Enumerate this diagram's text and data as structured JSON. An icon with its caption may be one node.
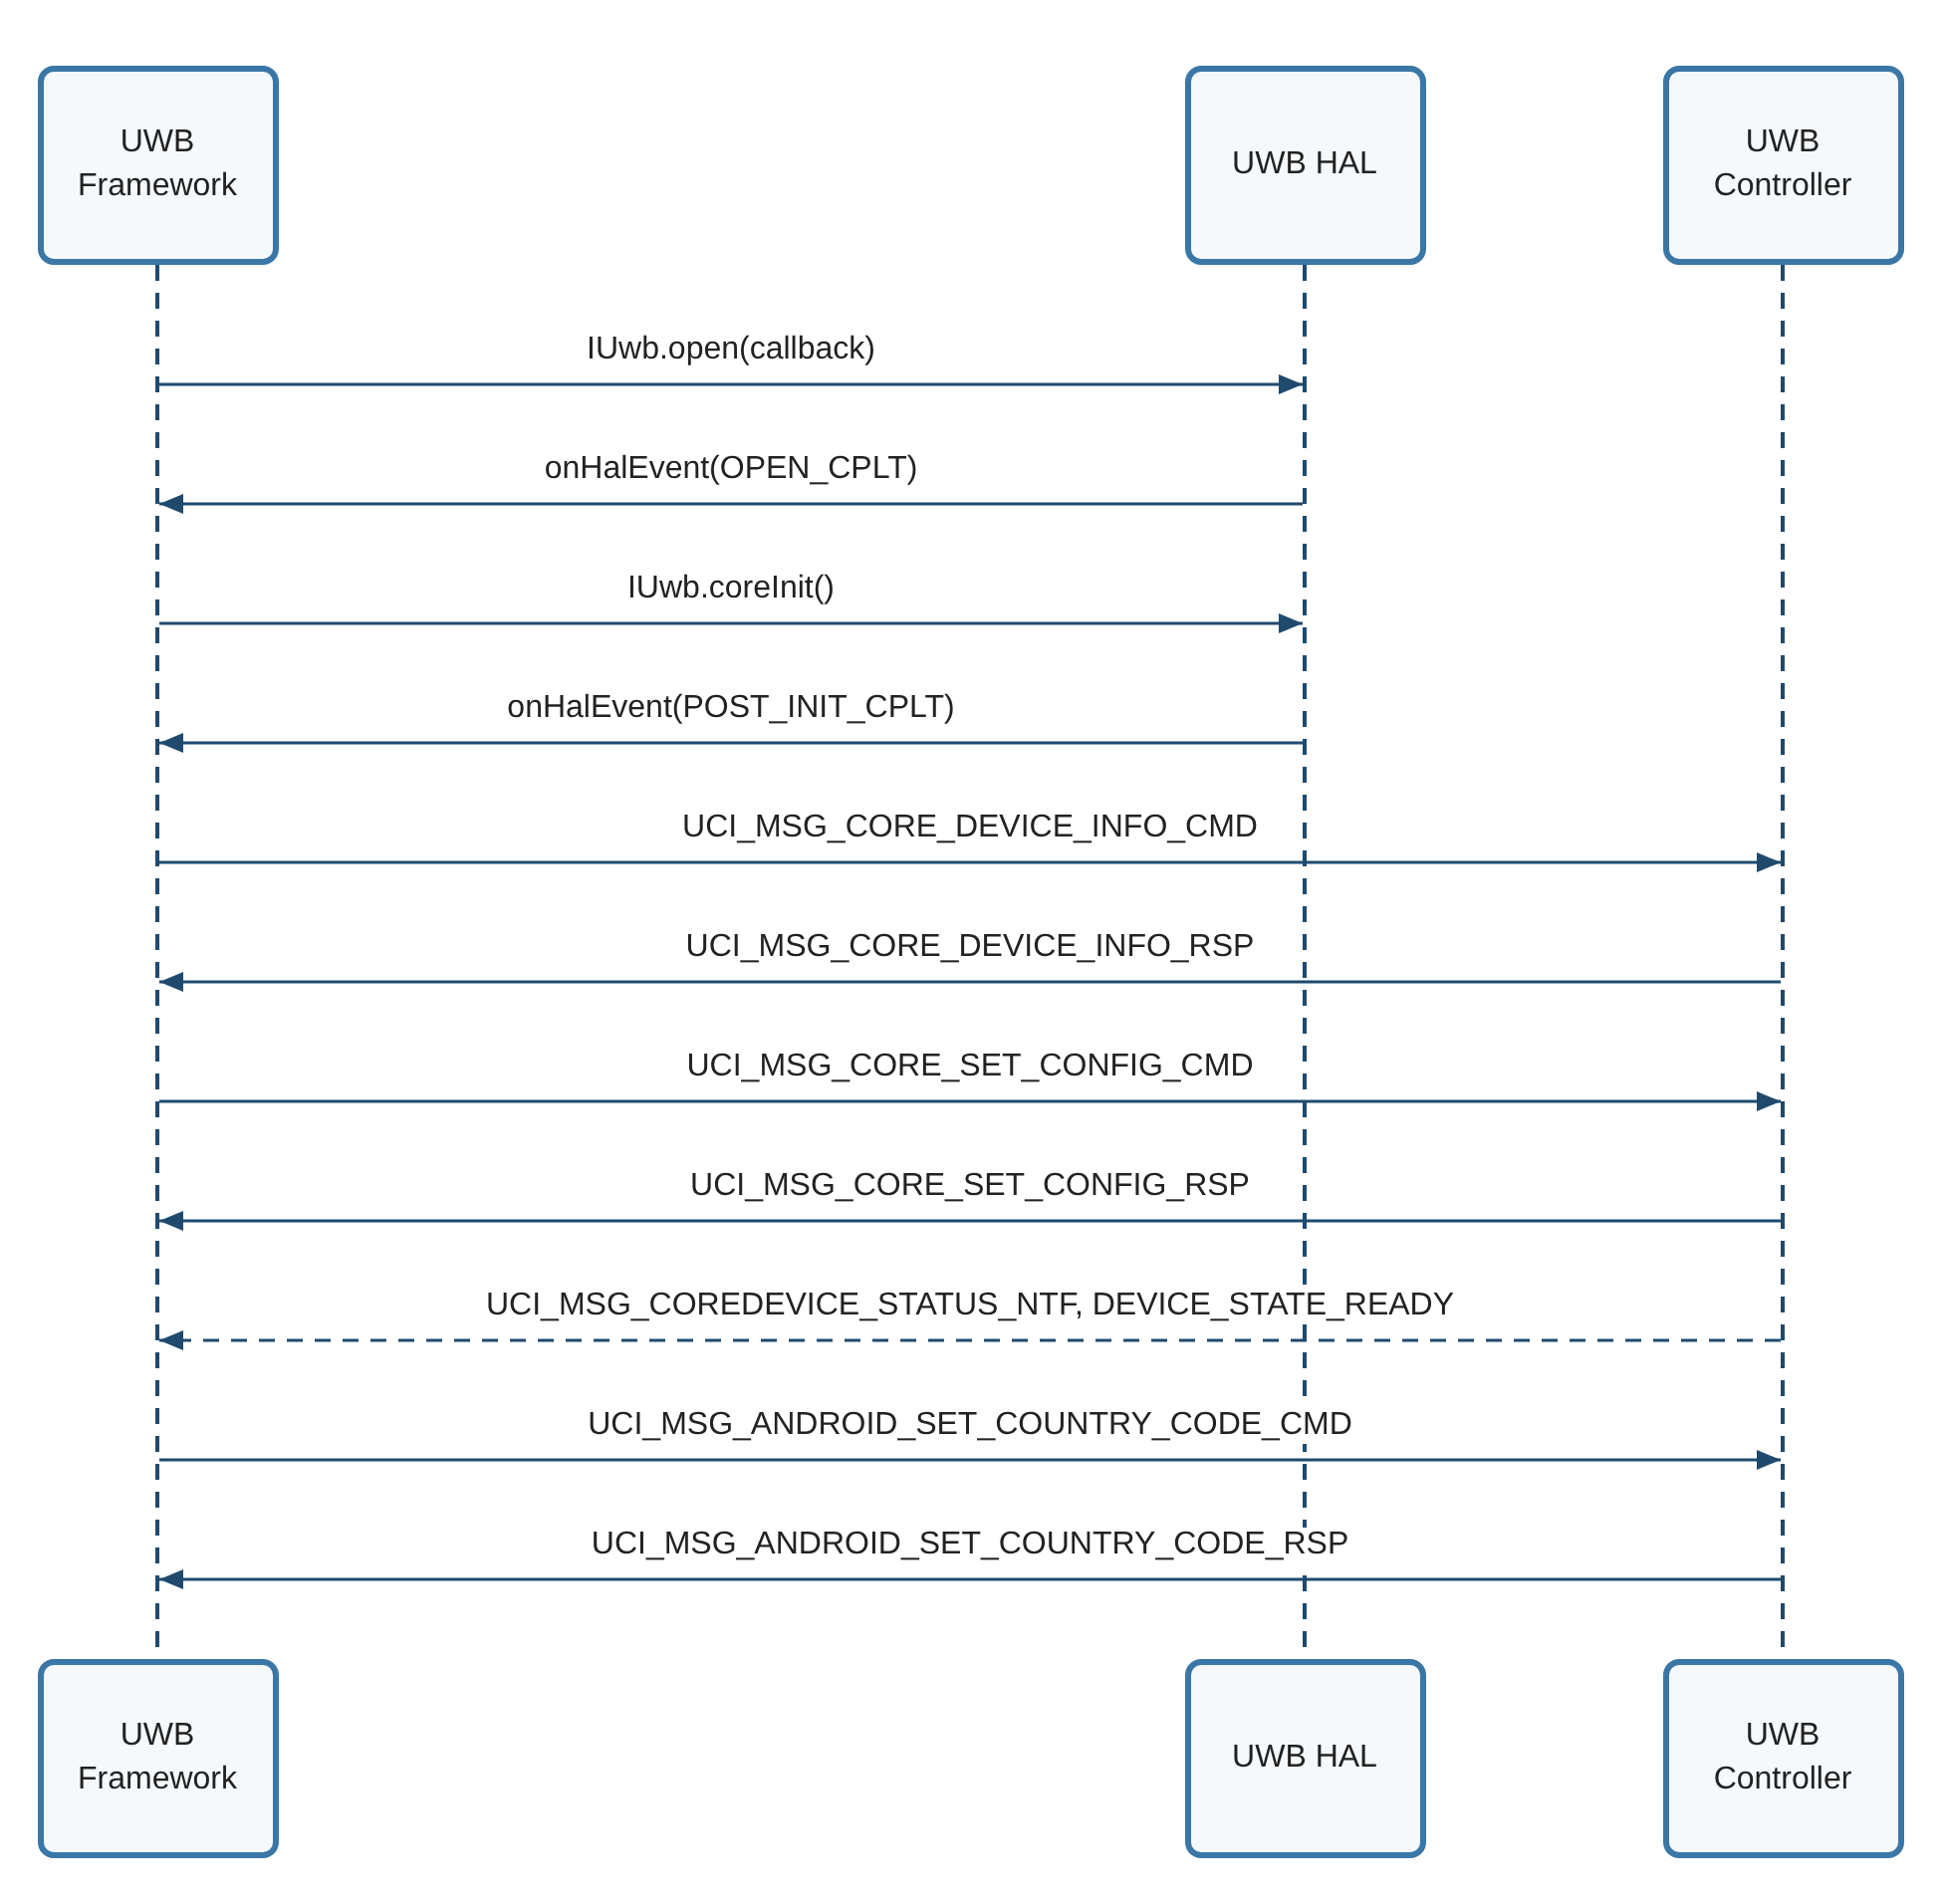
{
  "diagram": {
    "nodes": [
      {
        "text": [
          "UWB Framework"
        ]
      },
      {
        "text": [
          "UWB HAL"
        ]
      },
      {
        "text": [
          "UWB Controller"
        ]
      },
      {
        "text": [
          "UWB Framework"
        ]
      },
      {
        "text": [
          "UWB HAL"
        ]
      },
      {
        "text": [
          "UWB Controller"
        ]
      },
      {
        "text": [],
        "shape": "line"
      },
      {
        "text": [],
        "shape": "line"
      },
      {
        "text": [],
        "shape": "line"
      }
    ],
    "edges": [
      {
        "from": 6,
        "to": 7,
        "arrow": "to",
        "label": "IUwb.open(callback)"
      },
      {
        "from": 7,
        "to": 6,
        "arrow": "to",
        "label": "onHalEvent(OPEN_CPLT)"
      },
      {
        "from": 6,
        "to": 7,
        "arrow": "to",
        "label": "IUwb.coreInit()"
      },
      {
        "from": 7,
        "to": 6,
        "arrow": "to",
        "label": "onHalEvent(POST_INIT_CPLT)"
      },
      {
        "from": 6,
        "to": 8,
        "arrow": "to",
        "label": "UCI_MSG_CORE_DEVICE_INFO_CMD"
      },
      {
        "from": 8,
        "to": 6,
        "arrow": "to",
        "label": "UCI_MSG_CORE_DEVICE_INFO_RSP"
      },
      {
        "from": 6,
        "to": 8,
        "arrow": "to",
        "label": "UCI_MSG_CORE_SET_CONFIG_CMD"
      },
      {
        "from": 8,
        "to": 6,
        "arrow": "to",
        "label": "UCI_MSG_CORE_SET_CONFIG_RSP"
      },
      {
        "from": 8,
        "to": 6,
        "arrow": "to",
        "style": "dashed",
        "label": "UCI_MSG_COREDEVICE_STATUS_NTF, DEVICE_STATE_READY"
      },
      {
        "from": 6,
        "to": 8,
        "arrow": "to",
        "label": "UCI_MSG_ANDROID_SET_COUNTRY_CODE_CMD"
      },
      {
        "from": 8,
        "to": 6,
        "arrow": "to",
        "label": "UCI_MSG_ANDROID_SET_COUNTRY_CODE_RSP"
      }
    ]
  }
}
